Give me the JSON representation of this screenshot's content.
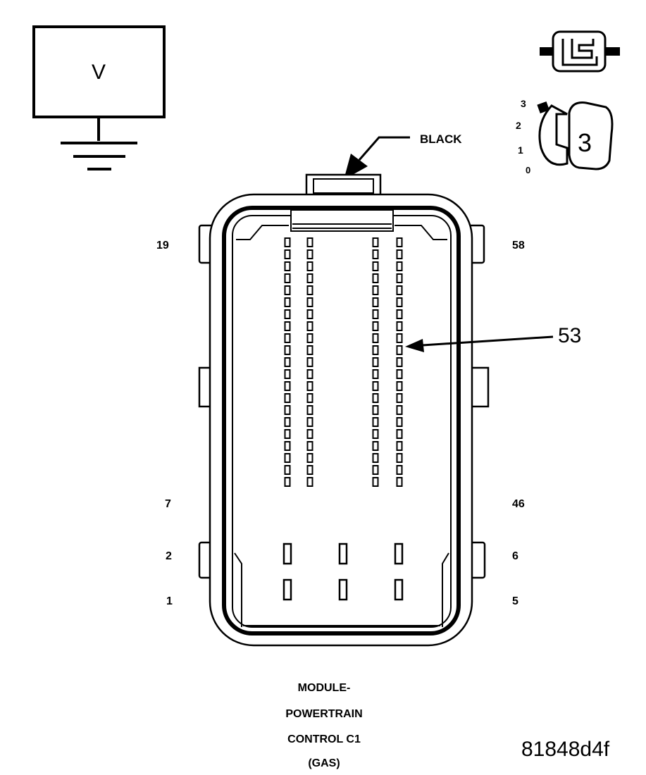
{
  "meter": {
    "symbol": "V"
  },
  "ignition": {
    "positions": [
      "3",
      "2",
      "1",
      "0"
    ],
    "key_position": "3"
  },
  "connector": {
    "color_label": "BLACK",
    "pin_labels": {
      "top_left": "19",
      "top_right": "58",
      "mid_left": "7",
      "mid_right": "46",
      "row2_left": "2",
      "row2_right": "6",
      "row1_left": "1",
      "row1_right": "5"
    },
    "callout_pin": "53",
    "title_lines": [
      "MODULE-",
      "POWERTRAIN",
      "CONTROL C1",
      "(GAS)"
    ]
  },
  "figure_id": "81848d4f"
}
